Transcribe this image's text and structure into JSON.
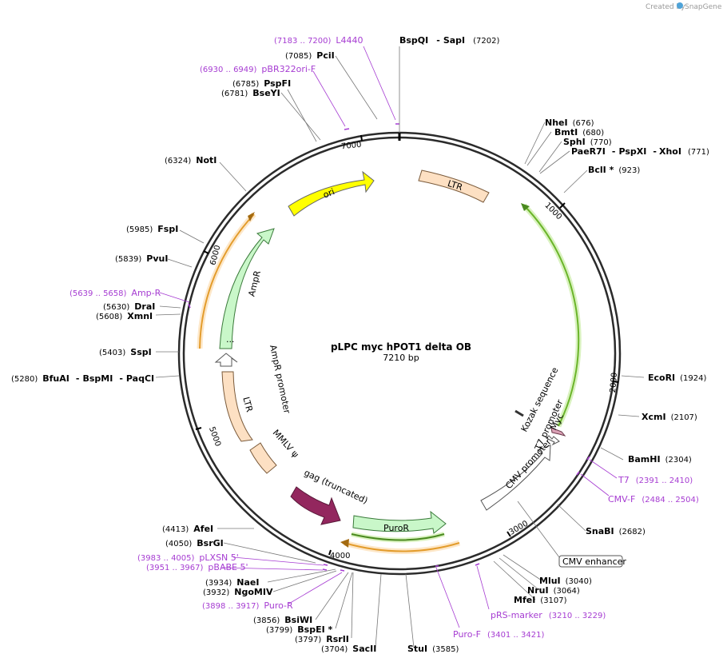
{
  "credit": {
    "text": "Created by",
    "brand": "SnapGene"
  },
  "plasmid": {
    "name": "pLPC myc hPOT1 delta OB",
    "length": "7210 bp"
  },
  "ticks": [
    "1000",
    "2000",
    "3000",
    "4000",
    "5000",
    "6000",
    "7000"
  ],
  "features": {
    "ori": "ori",
    "ltr_top": "LTR",
    "ampr": "AmpR",
    "ampr_promoter": "AmpR promoter",
    "ltr_left": "LTR",
    "mmlv": "MMLV ψ",
    "gag": "gag (truncated)",
    "puror": "PuroR",
    "cmv_promoter": "CMV promoter",
    "t7_promoter": "T7 promoter",
    "kozak": "Kozak sequence",
    "myc": "Myc",
    "cmv_enhancer": "CMV enhancer"
  },
  "sites": {
    "bspqi": {
      "name": "BspQI",
      "sep": "-",
      "name2": "SapI",
      "pos": "(7202)"
    },
    "pcii": {
      "name": "PciI",
      "pos": "(7085)"
    },
    "pspfi": {
      "name": "PspFI",
      "pos": "(6785)"
    },
    "bseyi": {
      "name": "BseYI",
      "pos": "(6781)"
    },
    "noti": {
      "name": "NotI",
      "pos": "(6324)"
    },
    "fspi": {
      "name": "FspI",
      "pos": "(5985)"
    },
    "pvui": {
      "name": "PvuI",
      "pos": "(5839)"
    },
    "drai": {
      "name": "DraI",
      "pos": "(5630)"
    },
    "xmni": {
      "name": "XmnI",
      "pos": "(5608)"
    },
    "sspi": {
      "name": "SspI",
      "pos": "(5403)"
    },
    "bfuai": {
      "name": "BfuAI",
      "s1": "-",
      "name2": "BspMI",
      "s2": "-",
      "name3": "PaqCI",
      "pos": "(5280)"
    },
    "afei": {
      "name": "AfeI",
      "pos": "(4413)"
    },
    "bsrgi": {
      "name": "BsrGI",
      "pos": "(4050)"
    },
    "naei": {
      "name": "NaeI",
      "pos": "(3934)"
    },
    "ngomiv": {
      "name": "NgoMIV",
      "pos": "(3932)"
    },
    "bsiwi": {
      "name": "BsiWI",
      "pos": "(3856)"
    },
    "bspei": {
      "name": "BspEI *",
      "pos": "(3799)"
    },
    "rsrii": {
      "name": "RsrII",
      "pos": "(3797)"
    },
    "sacii": {
      "name": "SacII",
      "pos": "(3704)"
    },
    "stui": {
      "name": "StuI",
      "pos": "(3585)"
    },
    "mfei": {
      "name": "MfeI",
      "pos": "(3107)"
    },
    "nrui": {
      "name": "NruI",
      "pos": "(3064)"
    },
    "mlui": {
      "name": "MluI",
      "pos": "(3040)"
    },
    "snabi": {
      "name": "SnaBI",
      "pos": "(2682)"
    },
    "bamhi": {
      "name": "BamHI",
      "pos": "(2304)"
    },
    "xcmi": {
      "name": "XcmI",
      "pos": "(2107)"
    },
    "ecori": {
      "name": "EcoRI",
      "pos": "(1924)"
    },
    "bcli": {
      "name": "BclI *",
      "pos": "(923)"
    },
    "paer7i": {
      "name": "PaeR7I",
      "s1": "-",
      "name2": "PspXI",
      "s2": "-",
      "name3": "XhoI",
      "pos": "(771)"
    },
    "sphi": {
      "name": "SphI",
      "pos": "(770)"
    },
    "bmti": {
      "name": "BmtI",
      "pos": "(680)"
    },
    "nhei": {
      "name": "NheI",
      "pos": "(676)"
    }
  },
  "primers": {
    "l4440": {
      "pos": "(7183 .. 7200)",
      "name": "L4440"
    },
    "pbr322": {
      "pos": "(6930 .. 6949)",
      "name": "pBR322ori-F"
    },
    "ampr": {
      "pos": "(5639 .. 5658)",
      "name": "Amp-R"
    },
    "plxsn": {
      "pos": "(3983 .. 4005)",
      "name": "pLXSN 5'"
    },
    "pbabe": {
      "pos": "(3951 .. 3967)",
      "name": "pBABE 5'"
    },
    "puror": {
      "pos": "(3898 .. 3917)",
      "name": "Puro-R"
    },
    "purof": {
      "name": "Puro-F",
      "pos": "(3401 .. 3421)"
    },
    "prs": {
      "name": "pRS-marker",
      "pos": "(3210 .. 3229)"
    },
    "cmvf": {
      "name": "CMV-F",
      "pos": "(2484 .. 2504)"
    },
    "t7": {
      "name": "T7",
      "pos": "(2391 .. 2410)"
    }
  },
  "colors": {
    "backbone": "#2b2b2b",
    "primer": "#a63cd2",
    "ori": "#ffff00",
    "ltr": "#fde0c3",
    "ampr": "#c9f7c9",
    "gag": "#93275e",
    "green_arc": "#6bb52a",
    "orange_arc": "#e39c2c",
    "myc": "#d9a0b5"
  }
}
